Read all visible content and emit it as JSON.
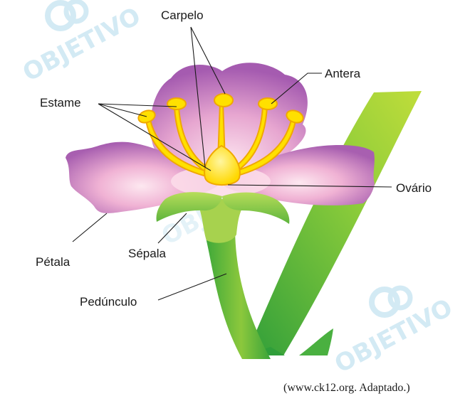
{
  "labels": {
    "carpelo": "Carpelo",
    "antera": "Antera",
    "estame": "Estame",
    "ovario": "Ovário",
    "petala": "Pétala",
    "sepala": "Sépala",
    "pedunculo": "Pedúnculo"
  },
  "source": "(www.ck12.org. Adaptado.)",
  "watermark": "OBJETIVO",
  "colors": {
    "petal_outer": "#a85fb0",
    "petal_inner": "#f7d0e0",
    "stem_dark": "#2f9e3a",
    "stem_light": "#a9d63a",
    "ovary": "#ffe000",
    "stamen_outline": "#f0a800",
    "watermark": "#cfe8f3"
  },
  "icons": [
    "objetivo-logo-icon"
  ]
}
